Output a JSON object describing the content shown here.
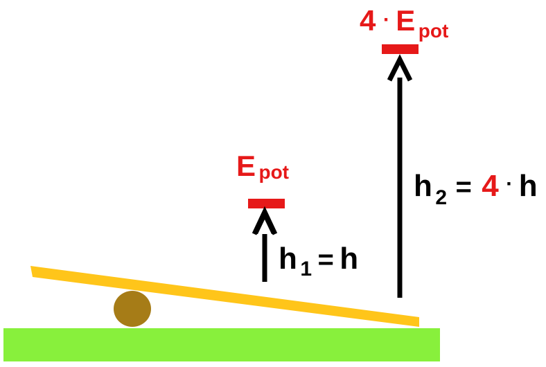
{
  "colors": {
    "ground": "#88f03c",
    "plank": "#ffc51a",
    "fulcrum": "#a67c17",
    "level_marker": "#e61919",
    "arrow": "#000000",
    "red_text": "#e61919",
    "black_text": "#000000"
  },
  "level_low": {
    "energy_symbol": "E",
    "energy_subscript": "pot"
  },
  "level_high": {
    "factor": "4",
    "dot": "·",
    "energy_symbol": "E",
    "energy_subscript": "pot"
  },
  "height_low": {
    "symbol": "h",
    "subscript": "1",
    "equals": "=",
    "value": "h"
  },
  "height_high": {
    "symbol": "h",
    "subscript": "2",
    "equals": "=",
    "factor": "4",
    "dot": "·",
    "value": "h"
  }
}
